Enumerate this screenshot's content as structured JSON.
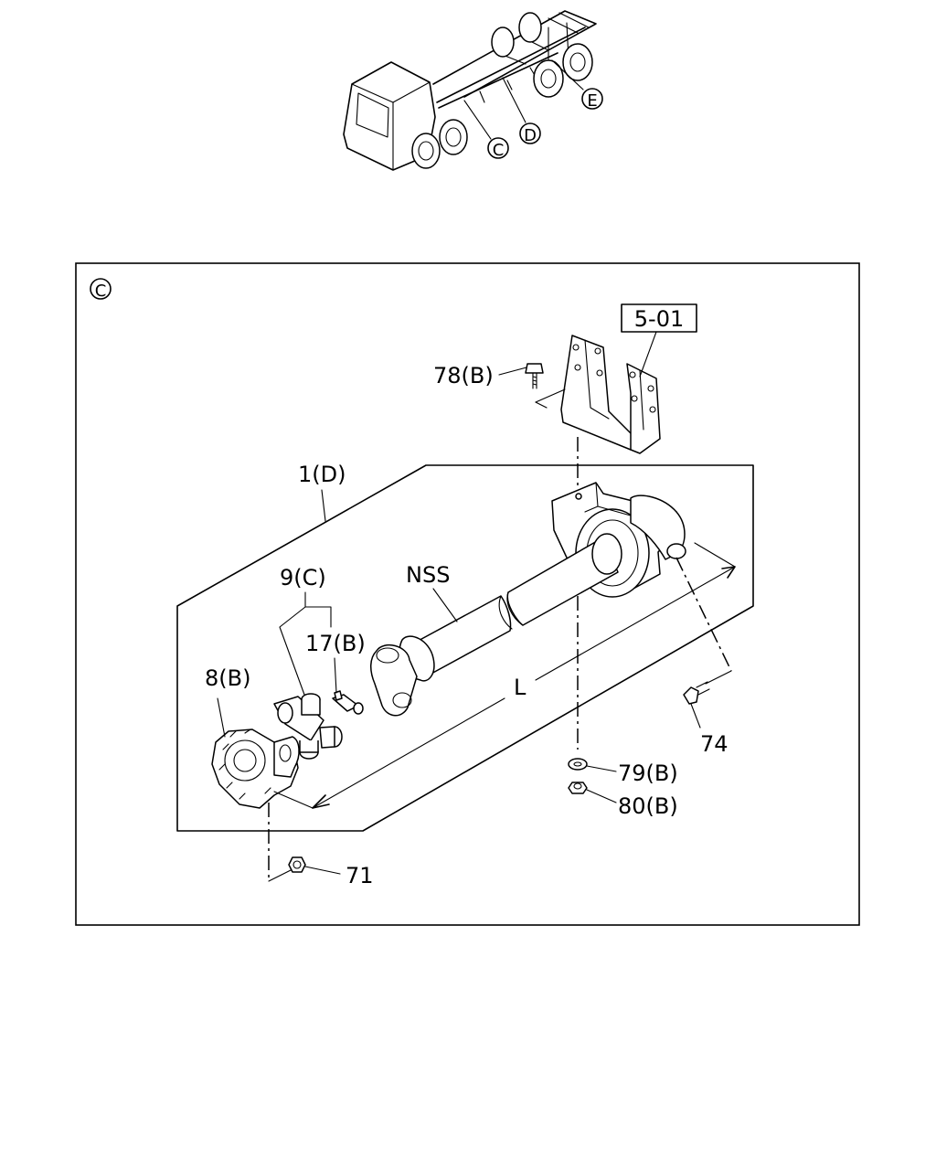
{
  "overview": {
    "callouts": [
      "C",
      "D",
      "E"
    ]
  },
  "detail": {
    "section_mark": "C",
    "parts": [
      {
        "id": "ref",
        "label": "5-01"
      },
      {
        "id": "p78",
        "label": "78(B)"
      },
      {
        "id": "p1",
        "label": "1(D)"
      },
      {
        "id": "p9",
        "label": "9(C)"
      },
      {
        "id": "nss",
        "label": "NSS"
      },
      {
        "id": "p17",
        "label": "17(B)"
      },
      {
        "id": "p8",
        "label": "8(B)"
      },
      {
        "id": "len",
        "label": "L"
      },
      {
        "id": "p74",
        "label": "74"
      },
      {
        "id": "p79",
        "label": "79(B)"
      },
      {
        "id": "p80",
        "label": "80(B)"
      },
      {
        "id": "p71",
        "label": "71"
      }
    ]
  }
}
